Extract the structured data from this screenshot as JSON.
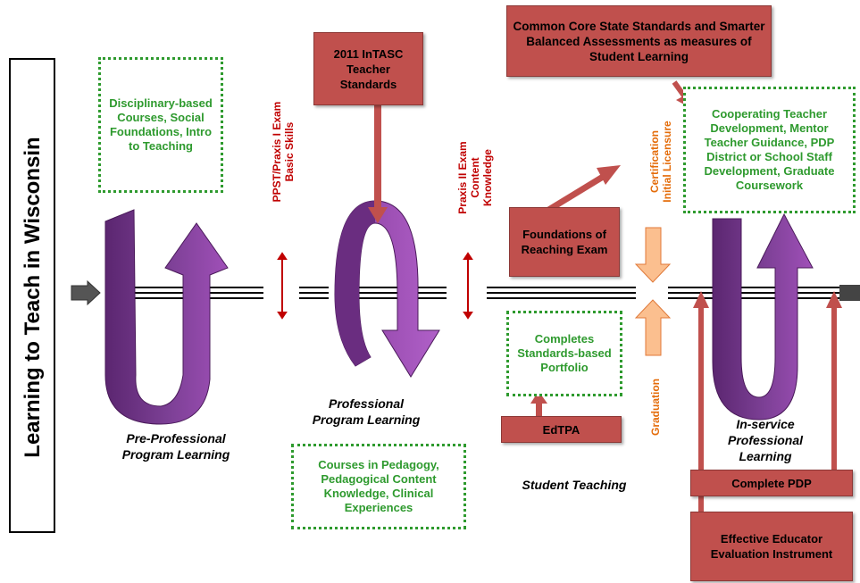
{
  "title": "Learning to Teach in Wisconsin",
  "stages": {
    "pre_professional": "Pre-Professional Program Learning",
    "professional": "Professional Program Learning",
    "student_teaching": "Student Teaching",
    "inservice": "In-service Professional Learning"
  },
  "green_boxes": {
    "disciplinary": "Disciplinary-based Courses, Social Foundations, Intro to Teaching",
    "pedagogy": "Courses in Pedagogy, Pedagogical Content Knowledge, Clinical Experiences",
    "portfolio": "Completes Standards-based Portfolio",
    "cooperating": "Cooperating Teacher Development, Mentor Teacher Guidance, PDP District or School Staff Development, Graduate Coursework"
  },
  "red_boxes": {
    "intasc": "2011 InTASC Teacher Standards",
    "common_core": "Common Core State Standards and Smarter Balanced Assessments as measures of Student Learning",
    "foundations": "Foundations of Reaching Exam",
    "edtpa": "EdTPA",
    "complete_pdp": "Complete PDP",
    "effective_educator": "Effective Educator Evaluation Instrument"
  },
  "vertical_labels": {
    "ppst_line1": "PPST/Praxis I Exam",
    "ppst_line2": "Basic Skills",
    "praxis2_line1": "Praxis II Exam",
    "praxis2_line2": "Content",
    "praxis2_line3": "Knowledge",
    "certification_line1": "Certification",
    "certification_line2": "Initial Licensure",
    "graduation": "Graduation"
  },
  "colors": {
    "green": "#2e9a2e",
    "red_box": "#c0504d",
    "dark_red": "#c00000",
    "orange": "#f79646",
    "purple": "#7030a0"
  }
}
